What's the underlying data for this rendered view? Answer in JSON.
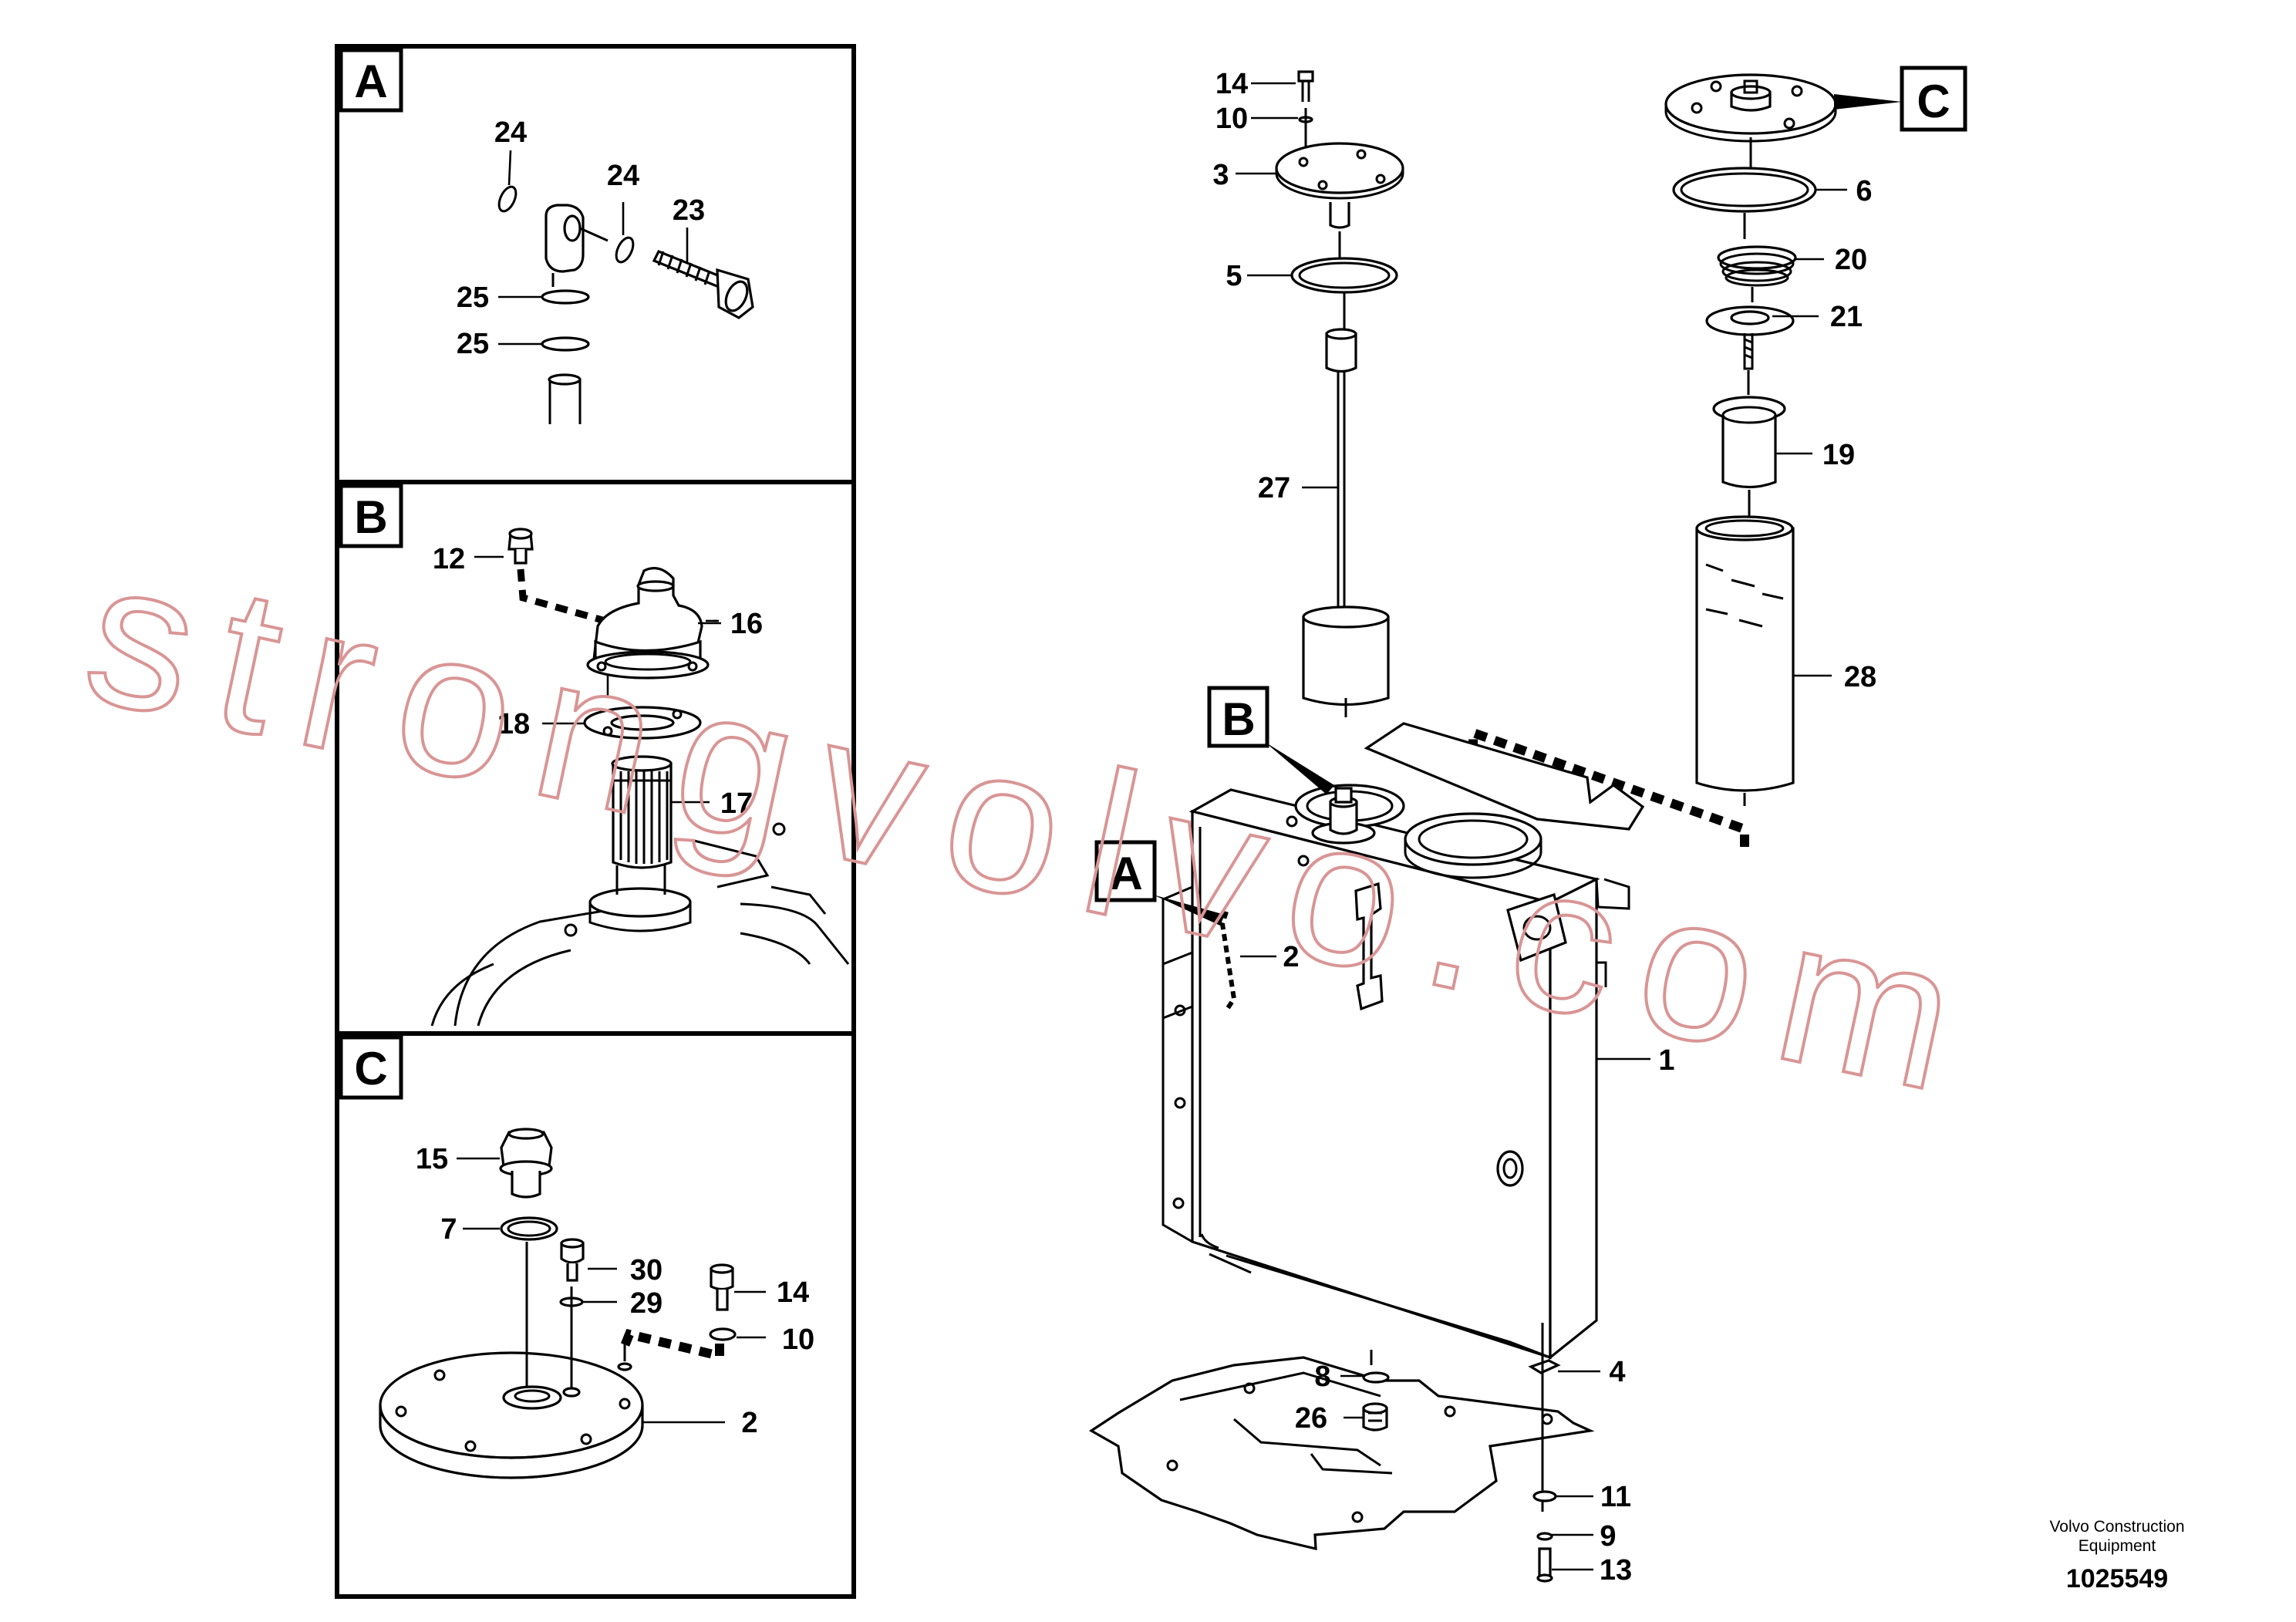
{
  "panels": {
    "a": {
      "tag": "A",
      "labels": {
        "p24a": "24",
        "p24b": "24",
        "p23": "23",
        "p25a": "25",
        "p25b": "25"
      }
    },
    "b": {
      "tag": "B",
      "labels": {
        "p12": "12",
        "p16": "16",
        "p18": "18",
        "p17": "17"
      }
    },
    "c": {
      "tag": "C",
      "labels": {
        "p15": "15",
        "p7": "7",
        "p30": "30",
        "p29": "29",
        "p14": "14",
        "p10": "10",
        "p2": "2"
      }
    }
  },
  "main": {
    "callouts": {
      "a": "A",
      "b": "B",
      "c": "C"
    },
    "labels": {
      "p14": "14",
      "p10": "10",
      "p3": "3",
      "p5": "5",
      "p27": "27",
      "p6": "6",
      "p20": "20",
      "p21": "21",
      "p19": "19",
      "p28": "28",
      "p2": "2",
      "p1": "1",
      "p8": "8",
      "p26": "26",
      "p4": "4",
      "p11": "11",
      "p9": "9",
      "p13": "13"
    }
  },
  "footer": {
    "credit_line1": "Volvo Construction",
    "credit_line2": "Equipment",
    "doc_number": "1025549"
  },
  "watermark": "strongvolvo.com"
}
